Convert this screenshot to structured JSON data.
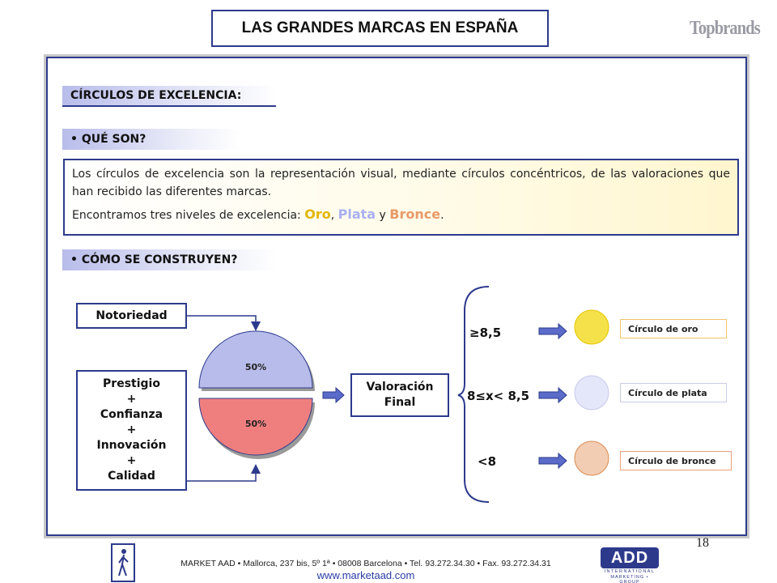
{
  "title": "LAS GRANDES MARCAS EN ESPAÑA",
  "brand": "Topbrands",
  "sections": {
    "circulos": "CÍRCULOS DE EXCELENCIA:",
    "que_son": "• QUÉ SON?",
    "como": "• CÓMO SE CONSTRUYEN?"
  },
  "description": {
    "p1": "Los círculos de excelencia son la representación visual, mediante círculos concéntricos, de las valoraciones que han recibido las diferentes marcas.",
    "p2_prefix": "Encontramos tres niveles de excelencia: ",
    "oro": "Oro",
    "sep1": ", ",
    "plata": "Plata",
    "sep2": " y ",
    "bronce": "Bronce",
    "suffix": "."
  },
  "diagram": {
    "notoriedad": "Notoriedad",
    "prestigio_lines": [
      "Prestigio",
      "+",
      "Confianza",
      "+",
      "Innovación",
      "+",
      "Calidad"
    ],
    "top_half_label": "50%",
    "bottom_half_label": "50%",
    "top_half_fraction": 0.5,
    "bottom_half_fraction": 0.5,
    "valoracion_lines": [
      "Valoración",
      "Final"
    ],
    "thresholds": {
      "oro": "≥8,5",
      "plata": "8≤x< 8,5",
      "bronce": "<8"
    },
    "circle_labels": {
      "oro": "Círculo de oro",
      "plata": "Círculo de plata",
      "bronce": "Círculo de bronce"
    }
  },
  "colors": {
    "accent_blue": "#2d3a8c",
    "top_half": "#b8bcea",
    "bottom_half": "#ef7f7f",
    "gold": "#f5e24a",
    "silver": "#e4e6fa",
    "bronze": "#f3cdb3",
    "arrow": "#5b6bc9"
  },
  "footer": {
    "page_number": "18",
    "address": "MARKET AAD • Mallorca, 237 bis, 5º 1ª • 08008 Barcelona • Tel. 93.272.34.30 • Fax. 93.272.34.31",
    "url": "www.marketaad.com",
    "logo_right": "ADD",
    "logo_right_sub1": "INTERNATIONAL",
    "logo_right_sub2": "MARKETING • GROUP"
  }
}
